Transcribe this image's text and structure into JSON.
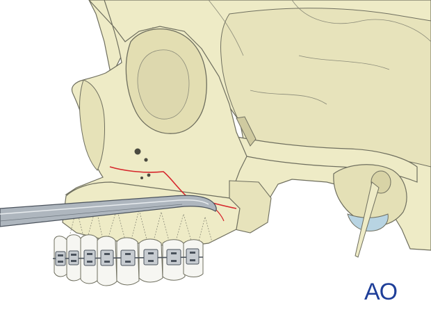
{
  "logo": {
    "text": "AO",
    "color": "#1f3f99"
  },
  "colors": {
    "bone": "#eeebc6",
    "bone_shade": "#ddd8ae",
    "outline": "#6e6e5e",
    "fracture_line": "#d6252b",
    "instrument": "#9aa3ad",
    "instrument_dark": "#4a525c",
    "bracket": "#8e959c",
    "tooth": "#f6f6f2",
    "styloid_tip": "#b8d4e2"
  },
  "icons": {
    "skull": "skull-illustration",
    "fracture": "le-fort-fracture-line",
    "instrument": "osteotome-instrument",
    "braces": "orthodontic-brackets"
  }
}
